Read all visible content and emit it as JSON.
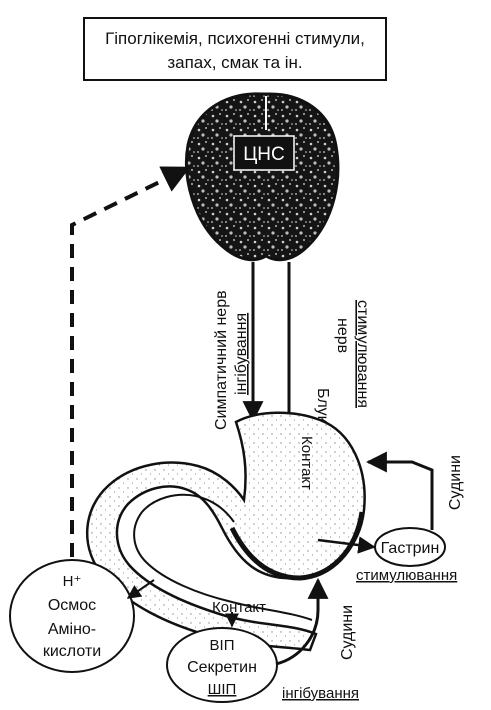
{
  "stimulus_box": {
    "line1": "Гіпоглікемія, психогенні стимули,",
    "line2": "запах, смак та ін."
  },
  "brain": {
    "label": "ЦНС"
  },
  "nerves": {
    "sympathetic": "Симпатичний нерв",
    "inhibition_top": "інгібування",
    "vagus_line1": "Блукаючий",
    "vagus_line2": "нерв",
    "stimulation_top": "стимулювання"
  },
  "stomach": {
    "contact_vertical": "Контакт",
    "contact_horizontal": "Контакт"
  },
  "vessels": {
    "right": "Судини",
    "bottom": "Судини"
  },
  "gastrin": {
    "label": "Гастрин",
    "effect": "стимулювання"
  },
  "intestine_signals": {
    "line1": "H⁺",
    "line2": "Осмос",
    "line3": "Аміно-",
    "line4": "кислоти"
  },
  "hormones": {
    "line1": "ВІП",
    "line2": "Секретин",
    "line3": "ШІП",
    "effect": "інгібування"
  },
  "colors": {
    "ink": "#111111",
    "background": "#ffffff"
  }
}
